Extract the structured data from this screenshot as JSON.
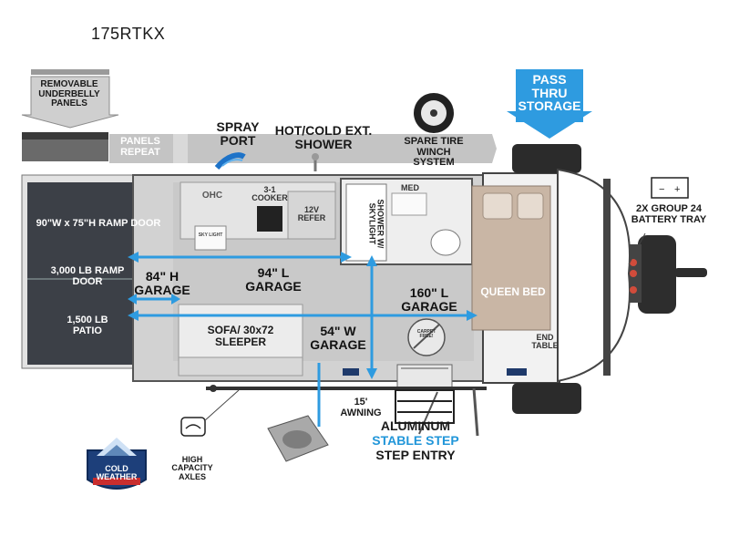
{
  "model": "175RTKX",
  "callouts": {
    "underbelly": "REMOVABLE UNDERBELLY PANELS",
    "panels_repeat": "PANELS REPEAT",
    "spray_port": "SPRAY PORT",
    "ext_shower": "HOT/COLD EXT. SHOWER",
    "spare_tire": "SPARE TIRE WINCH SYSTEM",
    "pass_thru": "PASS THRU STORAGE",
    "battery": "2X GROUP 24 BATTERY TRAY",
    "awning": "15' AWNING",
    "axles": "HIGH CAPACITY AXLES",
    "step_line1": "ALUMINUM",
    "step_line2": "STABLE STEP",
    "step_line3": "STEP ENTRY",
    "cold_weather": "COLD WEATHER"
  },
  "rooms": {
    "ramp_door_size": "90\"W x 75\"H RAMP DOOR",
    "ramp_door_rating": "3,000 LB RAMP DOOR",
    "patio": "1,500 LB PATIO",
    "garage_height": "84\" H GARAGE",
    "garage_94": "94\" L GARAGE",
    "garage_160": "160\" L GARAGE",
    "garage_width": "54\" W GARAGE",
    "sofa": "SOFA/ 30x72 SLEEPER",
    "ohc": "OHC",
    "cooker": "3-1 COOKER",
    "refer": "12V REFER",
    "shower": "SHOWER W/ SKYLIGHT",
    "med": "MED",
    "queen": "QUEEN BED",
    "end_table": "END TABLE",
    "carpet_free": "CARPET FREE!",
    "sink": "SKY LIGHT"
  },
  "colors": {
    "accent_blue": "#2e9be0",
    "dark": "#3a3a3a",
    "floor_gray": "#c9c9c9",
    "bed": "#cbb8a8"
  }
}
